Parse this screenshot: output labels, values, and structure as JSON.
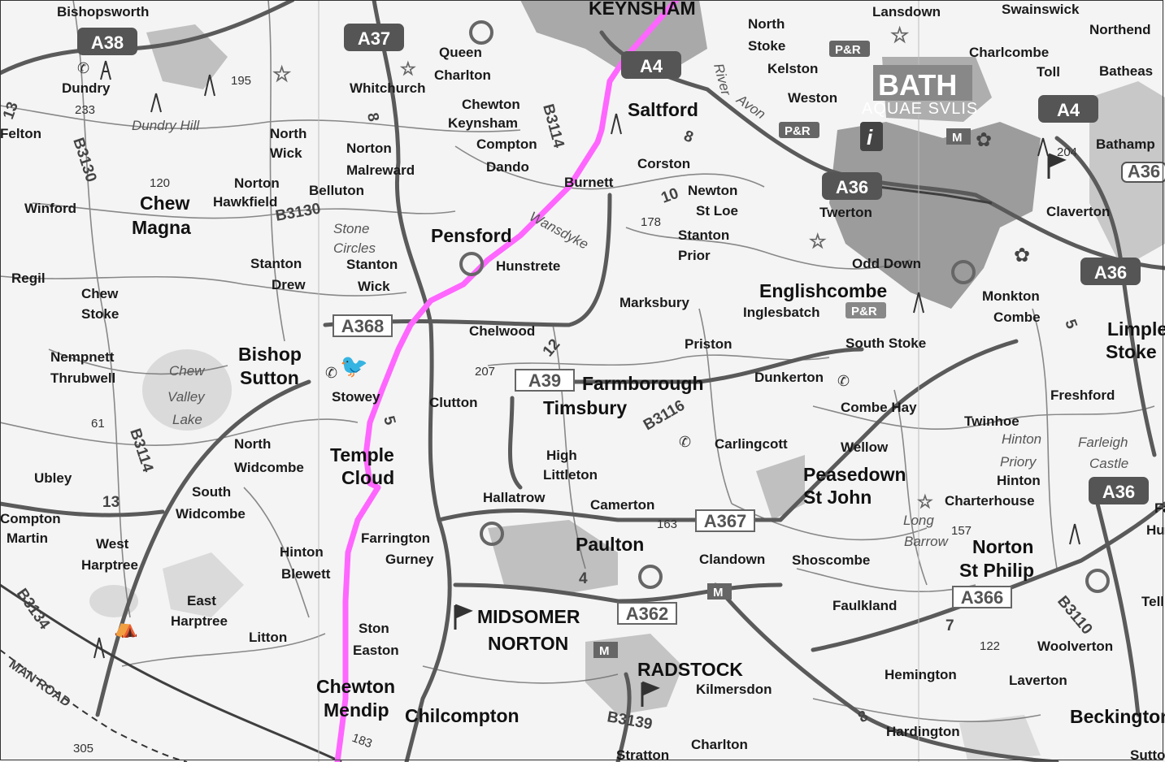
{
  "map": {
    "places": [
      {
        "name": "Bishopsworth",
        "cls": "place"
      },
      {
        "name": "KEYNSHAM",
        "cls": "place-lg"
      },
      {
        "name": "Lansdown",
        "cls": "place"
      },
      {
        "name": "Swainswick",
        "cls": "place"
      },
      {
        "name": "North",
        "cls": "place"
      },
      {
        "name": "Stoke",
        "cls": "place"
      },
      {
        "name": "Northend",
        "cls": "place"
      },
      {
        "name": "Queen",
        "cls": "place"
      },
      {
        "name": "Charlton",
        "cls": "place"
      },
      {
        "name": "Kelston",
        "cls": "place"
      },
      {
        "name": "Charlcombe",
        "cls": "place"
      },
      {
        "name": "Toll",
        "cls": "place"
      },
      {
        "name": "Batheas",
        "cls": "place"
      },
      {
        "name": "Dundry",
        "cls": "place"
      },
      {
        "name": "Whitchurch",
        "cls": "place"
      },
      {
        "name": "BATH",
        "cls": "place-xl"
      },
      {
        "name": "Weston",
        "cls": "place"
      },
      {
        "name": "Saltford",
        "cls": "place-lg"
      },
      {
        "name": "Chewton",
        "cls": "place"
      },
      {
        "name": "Keynsham",
        "cls": "place"
      },
      {
        "name": "Felton",
        "cls": "place"
      },
      {
        "name": "North",
        "cls": "place"
      },
      {
        "name": "Wick",
        "cls": "place"
      },
      {
        "name": "Norton",
        "cls": "place"
      },
      {
        "name": "Malreward",
        "cls": "place"
      },
      {
        "name": "Compton",
        "cls": "place"
      },
      {
        "name": "Dando",
        "cls": "place"
      },
      {
        "name": "Corston",
        "cls": "place"
      },
      {
        "name": "Bathamp",
        "cls": "place"
      },
      {
        "name": "Burnett",
        "cls": "place"
      },
      {
        "name": "Winford",
        "cls": "place"
      },
      {
        "name": "Chew",
        "cls": "place-lg"
      },
      {
        "name": "Magna",
        "cls": "place-lg"
      },
      {
        "name": "Norton",
        "cls": "place"
      },
      {
        "name": "Hawkfield",
        "cls": "place"
      },
      {
        "name": "Belluton",
        "cls": "place"
      },
      {
        "name": "Newton",
        "cls": "place"
      },
      {
        "name": "St Loe",
        "cls": "place"
      },
      {
        "name": "Twerton",
        "cls": "place"
      },
      {
        "name": "Claverton",
        "cls": "place"
      },
      {
        "name": "Stone",
        "cls": "feat"
      },
      {
        "name": "Circles",
        "cls": "feat"
      },
      {
        "name": "Pensford",
        "cls": "place-lg"
      },
      {
        "name": "Stanton",
        "cls": "place"
      },
      {
        "name": "Prior",
        "cls": "place"
      },
      {
        "name": "Regil",
        "cls": "place"
      },
      {
        "name": "Stanton",
        "cls": "place"
      },
      {
        "name": "Drew",
        "cls": "place"
      },
      {
        "name": "Stanton",
        "cls": "place"
      },
      {
        "name": "Wick",
        "cls": "place"
      },
      {
        "name": "Hunstrete",
        "cls": "place"
      },
      {
        "name": "Odd Down",
        "cls": "place"
      },
      {
        "name": "Chew",
        "cls": "place"
      },
      {
        "name": "Stoke",
        "cls": "place"
      },
      {
        "name": "Englishcombe",
        "cls": "place-lg"
      },
      {
        "name": "Monkton",
        "cls": "place"
      },
      {
        "name": "Combe",
        "cls": "place"
      },
      {
        "name": "Marksbury",
        "cls": "place"
      },
      {
        "name": "Inglesbatch",
        "cls": "place"
      },
      {
        "name": "Chelwood",
        "cls": "place"
      },
      {
        "name": "Limpley",
        "cls": "place-lg"
      },
      {
        "name": "Stoke",
        "cls": "place-lg"
      },
      {
        "name": "Priston",
        "cls": "place"
      },
      {
        "name": "South Stoke",
        "cls": "place"
      },
      {
        "name": "Nempnett",
        "cls": "place"
      },
      {
        "name": "Thrubwell",
        "cls": "place"
      },
      {
        "name": "Bishop",
        "cls": "place-lg"
      },
      {
        "name": "Sutton",
        "cls": "place-lg"
      },
      {
        "name": "Farmborough",
        "cls": "place-lg"
      },
      {
        "name": "Dunkerton",
        "cls": "place"
      },
      {
        "name": "Stowey",
        "cls": "place"
      },
      {
        "name": "Clutton",
        "cls": "place"
      },
      {
        "name": "Timsbury",
        "cls": "place-lg"
      },
      {
        "name": "Combe Hay",
        "cls": "place"
      },
      {
        "name": "Freshford",
        "cls": "place"
      },
      {
        "name": "Twinhoe",
        "cls": "place"
      },
      {
        "name": "North",
        "cls": "place"
      },
      {
        "name": "Widcombe",
        "cls": "place"
      },
      {
        "name": "Temple",
        "cls": "place-lg"
      },
      {
        "name": "Cloud",
        "cls": "place-lg"
      },
      {
        "name": "High",
        "cls": "place"
      },
      {
        "name": "Littleton",
        "cls": "place"
      },
      {
        "name": "Carlingcott",
        "cls": "place"
      },
      {
        "name": "Wellow",
        "cls": "place"
      },
      {
        "name": "Farleigh",
        "cls": "feat"
      },
      {
        "name": "Castle",
        "cls": "feat"
      },
      {
        "name": "Hinton",
        "cls": "feat"
      },
      {
        "name": "Priory",
        "cls": "feat"
      },
      {
        "name": "Hinton",
        "cls": "place"
      },
      {
        "name": "Ubley",
        "cls": "place"
      },
      {
        "name": "South",
        "cls": "place"
      },
      {
        "name": "Widcombe",
        "cls": "place"
      },
      {
        "name": "Hallatrow",
        "cls": "place"
      },
      {
        "name": "Peasedown",
        "cls": "place-lg"
      },
      {
        "name": "St John",
        "cls": "place-lg"
      },
      {
        "name": "Charterhouse",
        "cls": "place"
      },
      {
        "name": "Compton",
        "cls": "place"
      },
      {
        "name": "Martin",
        "cls": "place"
      },
      {
        "name": "Camerton",
        "cls": "place"
      },
      {
        "name": "Farrington",
        "cls": "place"
      },
      {
        "name": "Gurney",
        "cls": "place"
      },
      {
        "name": "Paulton",
        "cls": "place-lg"
      },
      {
        "name": "Long",
        "cls": "feat"
      },
      {
        "name": "Barrow",
        "cls": "feat"
      },
      {
        "name": "Norton",
        "cls": "place-lg"
      },
      {
        "name": "St Philip",
        "cls": "place-lg"
      },
      {
        "name": "West",
        "cls": "place"
      },
      {
        "name": "Harptree",
        "cls": "place"
      },
      {
        "name": "Hinton",
        "cls": "place"
      },
      {
        "name": "Blewett",
        "cls": "place"
      },
      {
        "name": "Clandown",
        "cls": "place"
      },
      {
        "name": "Shoscombe",
        "cls": "place"
      },
      {
        "name": "Tellisf",
        "cls": "place"
      },
      {
        "name": "East",
        "cls": "place"
      },
      {
        "name": "Harptree",
        "cls": "place"
      },
      {
        "name": "MIDSOMER",
        "cls": "place-lg"
      },
      {
        "name": "NORTON",
        "cls": "place-lg"
      },
      {
        "name": "Faulkland",
        "cls": "place"
      },
      {
        "name": "Ston",
        "cls": "place"
      },
      {
        "name": "Easton",
        "cls": "place"
      },
      {
        "name": "Litton",
        "cls": "place"
      },
      {
        "name": "Woolverton",
        "cls": "place"
      },
      {
        "name": "RADSTOCK",
        "cls": "place-lg"
      },
      {
        "name": "Hemington",
        "cls": "place"
      },
      {
        "name": "Laverton",
        "cls": "place"
      },
      {
        "name": "Chewton",
        "cls": "place-lg"
      },
      {
        "name": "Mendip",
        "cls": "place-lg"
      },
      {
        "name": "Kilmersdon",
        "cls": "place"
      },
      {
        "name": "Chilcompton",
        "cls": "place-lg"
      },
      {
        "name": "Beckington",
        "cls": "place-lg"
      },
      {
        "name": "Hardington",
        "cls": "place"
      },
      {
        "name": "Charlton",
        "cls": "place"
      },
      {
        "name": "Stratton",
        "cls": "place"
      },
      {
        "name": "Fa",
        "cls": "place"
      },
      {
        "name": "Hu",
        "cls": "place"
      },
      {
        "name": "Sutton",
        "cls": "place"
      }
    ],
    "features": {
      "dundry_hill": "Dundry Hill",
      "chew_valley_lake": [
        "Chew",
        "Valley",
        "Lake"
      ],
      "wansdyke": "Wansdyke",
      "river_avon": [
        "River",
        "Avon"
      ],
      "aquae_sulis": "AQUAE SVLIS",
      "roman_road": "MAN ROAD"
    },
    "roads": {
      "primary": [
        "A38",
        "A37",
        "A4",
        "A36",
        "A36",
        "A36",
        "A4",
        "A36"
      ],
      "other_a": [
        "A368",
        "A39",
        "A367",
        "A362",
        "A366"
      ],
      "b_roads": [
        "B3130",
        "B3130",
        "B3114",
        "B3134",
        "B3116",
        "B3110",
        "B3139",
        "B3114"
      ]
    },
    "spot_heights": [
      "195",
      "233",
      "120",
      "178",
      "207",
      "163",
      "157",
      "204",
      "122",
      "183",
      "305",
      "61"
    ],
    "road_numbers": [
      "13",
      "8",
      "10",
      "12",
      "5",
      "8",
      "13",
      "7",
      "4",
      "5",
      "8"
    ],
    "symbols": {
      "park_and_ride": "P&R",
      "information": "i",
      "museum": "M"
    },
    "route_color": "#ff66ff"
  }
}
